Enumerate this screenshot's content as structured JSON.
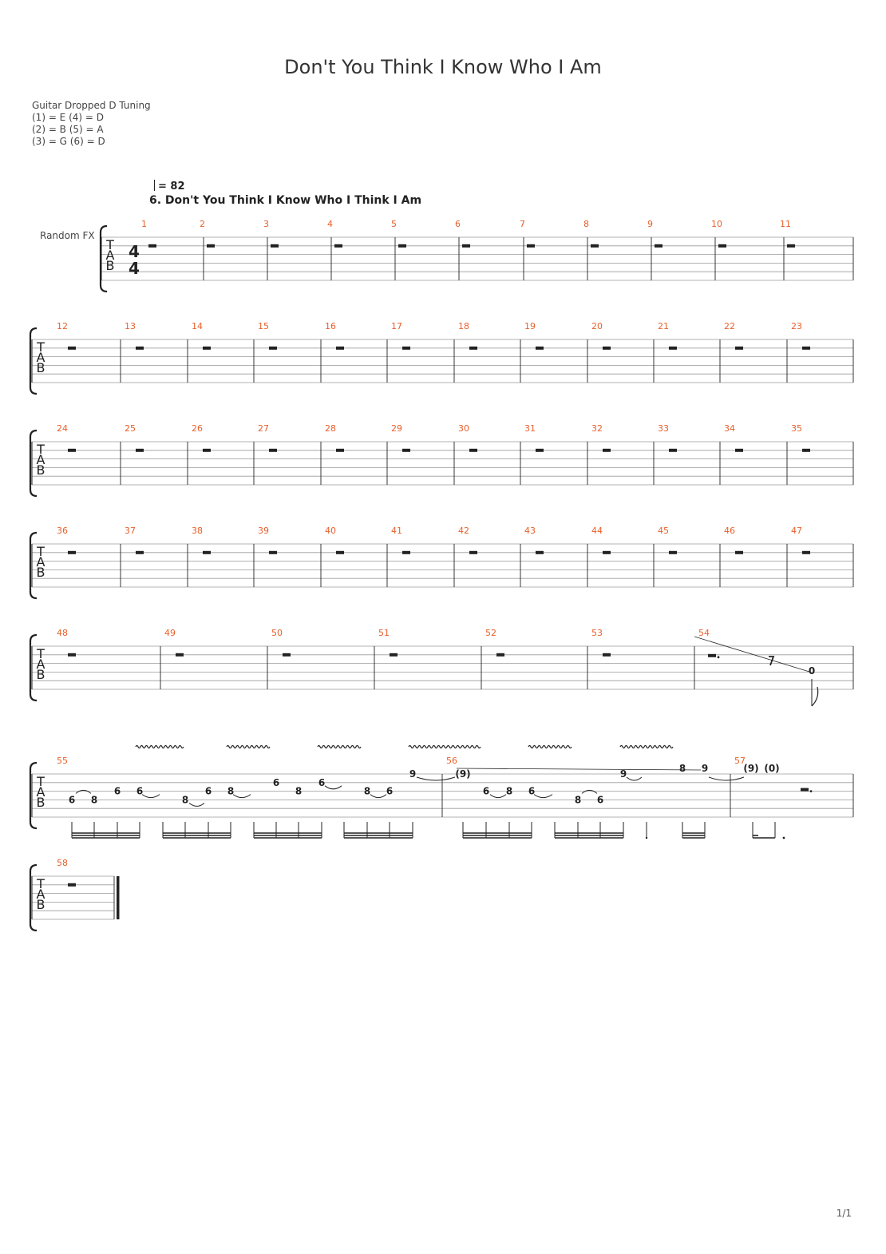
{
  "page": {
    "title": "Don't You Think I Know Who I Am",
    "page_number": "1/1"
  },
  "tuning": {
    "header": "Guitar Dropped D Tuning",
    "lines": [
      "(1) = E  (4) = D",
      "(2) = B  (5) = A",
      "(3) = G  (6) = D"
    ]
  },
  "tempo": {
    "value": "= 82"
  },
  "section": {
    "label": "6. Don't You Think I Know Who I Think I Am"
  },
  "track": {
    "name": "Random FX"
  },
  "time_signature": {
    "top": "4",
    "bottom": "4"
  },
  "tab_letters": [
    "T",
    "A",
    "B"
  ],
  "colors": {
    "measure_number": "#e8602c",
    "staff_line": "#9a9a9a",
    "ink": "#222222"
  },
  "systems": [
    {
      "measures": [
        "1",
        "2",
        "3",
        "4",
        "5",
        "6",
        "7",
        "8",
        "9",
        "10",
        "11"
      ],
      "first": true
    },
    {
      "measures": [
        "12",
        "13",
        "14",
        "15",
        "16",
        "17",
        "18",
        "19",
        "20",
        "21",
        "22",
        "23"
      ]
    },
    {
      "measures": [
        "24",
        "25",
        "26",
        "27",
        "28",
        "29",
        "30",
        "31",
        "32",
        "33",
        "34",
        "35"
      ]
    },
    {
      "measures": [
        "36",
        "37",
        "38",
        "39",
        "40",
        "41",
        "42",
        "43",
        "44",
        "45",
        "46",
        "47"
      ]
    },
    {
      "measures": [
        "48",
        "49",
        "50",
        "51",
        "52",
        "53",
        "54"
      ]
    },
    {
      "measures": [
        "55",
        "56",
        "57"
      ]
    },
    {
      "measures": [
        "58"
      ],
      "final": true
    }
  ],
  "measure_54_note": "0",
  "measure_55_notes": [
    "6",
    "8",
    "6",
    "6",
    "8",
    "6",
    "8",
    "6",
    "8",
    "6",
    "8",
    "6",
    "9"
  ],
  "measure_56_notes": [
    "(9)",
    "6",
    "8",
    "6",
    "8",
    "6",
    "9",
    "8",
    "9"
  ],
  "measure_57_notes": [
    "(9)",
    "(0)"
  ]
}
